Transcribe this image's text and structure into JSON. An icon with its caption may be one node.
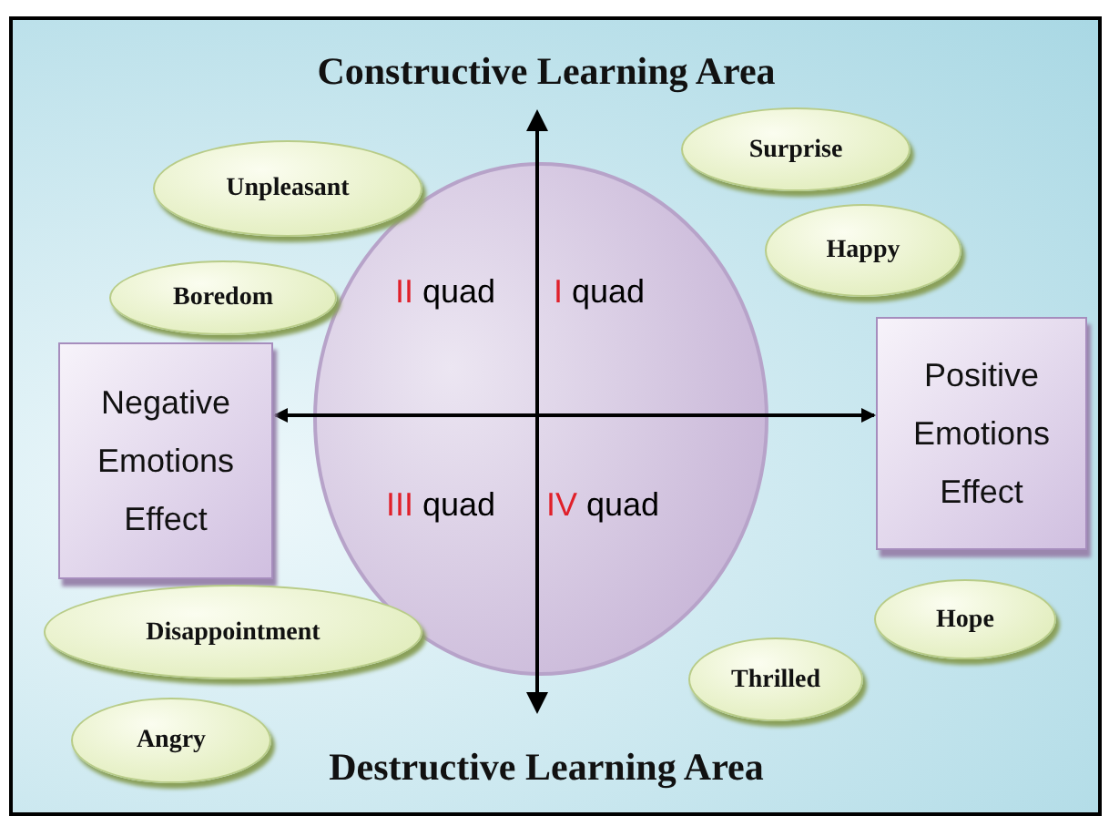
{
  "diagram": {
    "title": "Constructive Learning Area",
    "nodes": [
      {
        "text": [
          "Unpleasant"
        ]
      },
      {
        "text": [
          "Surprise"
        ]
      },
      {
        "text": [
          "Happy"
        ]
      },
      {
        "text": [
          "Boredom"
        ]
      },
      {
        "text": [
          "Negative Emotions Effect"
        ]
      },
      {
        "text": [
          "Positive Emotions Effect"
        ]
      },
      {
        "text": [
          "Hope"
        ]
      },
      {
        "text": [
          "Disappointment"
        ]
      },
      {
        "text": [
          "Thrilled"
        ]
      },
      {
        "text": [
          "Angry"
        ]
      }
    ],
    "edges": [
      {
        "from": 4,
        "to": 5,
        "arrow": "both"
      }
    ],
    "labels": [
      "II quad",
      "I quad",
      "III quad",
      "IV quad",
      "Destructive Learning Area"
    ]
  }
}
